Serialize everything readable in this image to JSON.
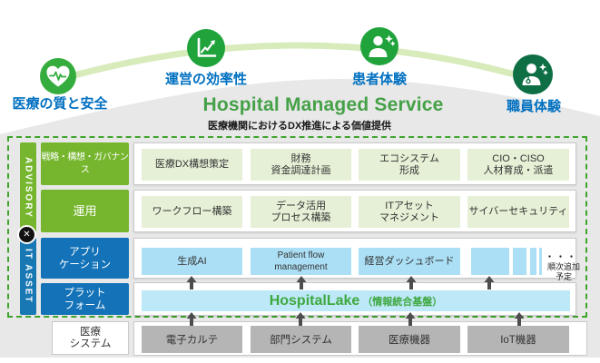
{
  "colors": {
    "heart_icon": "#35ad3e",
    "chart_icon": "#21a33c",
    "patient_icon": "#21a33c",
    "staff_icon": "#0e6f44",
    "benefit_label_blue": "#0070c0",
    "title_green": "#45a147",
    "accent_green": "#76b62e",
    "accent_blue": "#1473b8",
    "light_green_box": "#e6f0d6",
    "light_blue_box": "#abdff5",
    "lake_blue": "#bce8f8",
    "lake_text_green": "#3fa83f",
    "gray_box": "#b5b5b5",
    "dashed_border_green": "#3fa42c",
    "background_gray": "#e8e8e8"
  },
  "header": {
    "benefits": [
      {
        "label": "医療の質と安全"
      },
      {
        "label": "運営の効率性"
      },
      {
        "label": "患者体験"
      },
      {
        "label": "職員体験"
      }
    ],
    "title": "Hospital Managed Service",
    "subtitle": "医療機関におけるDX推進による価値提供"
  },
  "diagram": {
    "advisory_label": "ADVISORY",
    "it_asset_label": "IT ASSET",
    "close_x": "✕",
    "rows": {
      "strategy": {
        "label": "戦略・構想・ガバナンス",
        "items": [
          "医療DX構想策定",
          "財務\n資金調達計画",
          "エコシステム\n形成",
          "CIO・CISO\n人材育成・派遣"
        ]
      },
      "operation": {
        "label": "運用",
        "items": [
          "ワークフロー構築",
          "データ活用\nプロセス構築",
          "ITアセット\nマネジメント",
          "サイバーセキュリティ"
        ]
      },
      "application": {
        "label": "アプリ\nケーション",
        "items": [
          "生成AI",
          "Patient flow management",
          "経営ダッシュボード"
        ],
        "dots": "・・・",
        "more_note": "順次追加\n予定"
      },
      "platform": {
        "label": "プラット\nフォーム",
        "product": "HospitalLake",
        "product_suffix": "（情報統合基盤）"
      }
    },
    "base": {
      "label": "医療\nシステム",
      "items": [
        "電子カルテ",
        "部門システム",
        "医療機器",
        "IoT機器"
      ]
    }
  }
}
